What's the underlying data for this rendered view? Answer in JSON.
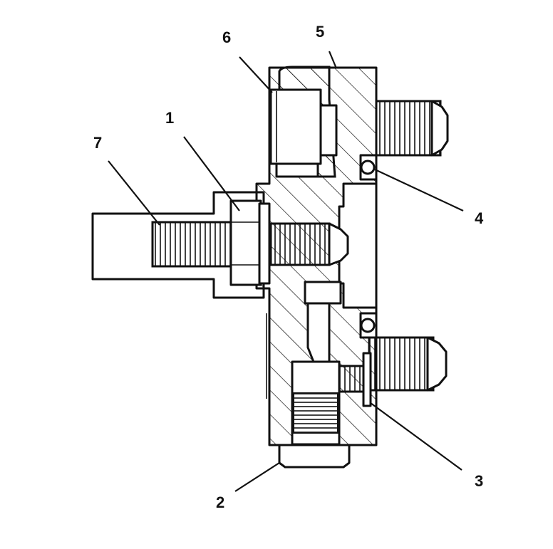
{
  "callouts": [
    {
      "id": "1",
      "label": "1"
    },
    {
      "id": "2",
      "label": "2"
    },
    {
      "id": "3",
      "label": "3"
    },
    {
      "id": "4",
      "label": "4"
    },
    {
      "id": "5",
      "label": "5"
    },
    {
      "id": "6",
      "label": "6"
    },
    {
      "id": "7",
      "label": "7"
    }
  ],
  "colors": {
    "ink": "#111111",
    "paper": "#ffffff"
  }
}
